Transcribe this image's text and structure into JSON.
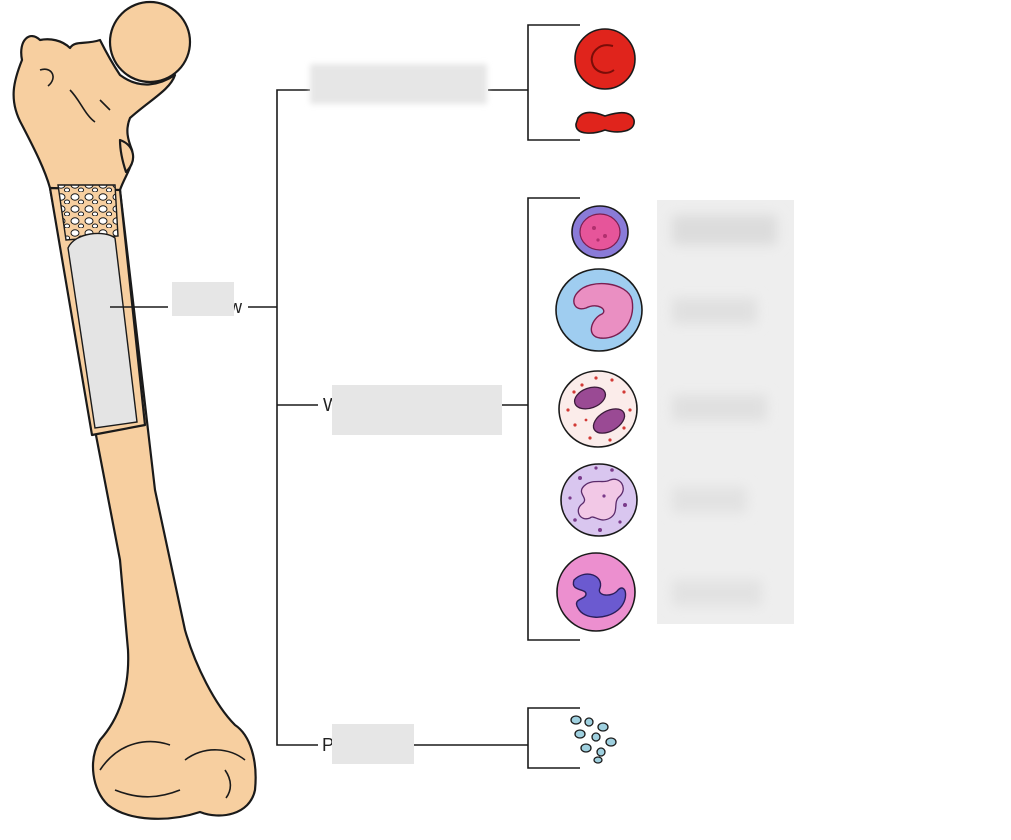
{
  "diagram": {
    "labels": {
      "marrow_suffix": "w",
      "white_cells_prefix": "W",
      "platelets_prefix": "P"
    },
    "colors": {
      "bone": "#f7cfa0",
      "marrow_cavity": "#e4e4e4",
      "red_cell": "#e0241c",
      "label_mask": "#e6e6e6"
    }
  }
}
